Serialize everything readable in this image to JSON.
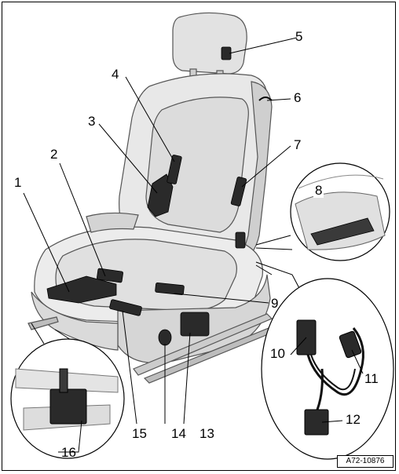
{
  "figure_code": "A72-10876",
  "callouts": [
    {
      "id": "1",
      "label": "1"
    },
    {
      "id": "2",
      "label": "2"
    },
    {
      "id": "3",
      "label": "3"
    },
    {
      "id": "4",
      "label": "4"
    },
    {
      "id": "5",
      "label": "5"
    },
    {
      "id": "6",
      "label": "6"
    },
    {
      "id": "7",
      "label": "7"
    },
    {
      "id": "8",
      "label": "8"
    },
    {
      "id": "9",
      "label": "9"
    },
    {
      "id": "10",
      "label": "10"
    },
    {
      "id": "11",
      "label": "11"
    },
    {
      "id": "12",
      "label": "12"
    },
    {
      "id": "13",
      "label": "13"
    },
    {
      "id": "14",
      "label": "14"
    },
    {
      "id": "15",
      "label": "15"
    },
    {
      "id": "16",
      "label": "16"
    }
  ],
  "colors": {
    "line": "#000000",
    "seat_fill": "#e6e6e6",
    "seat_shade": "#c8c8c8",
    "part_fill": "#2a2a2a"
  }
}
